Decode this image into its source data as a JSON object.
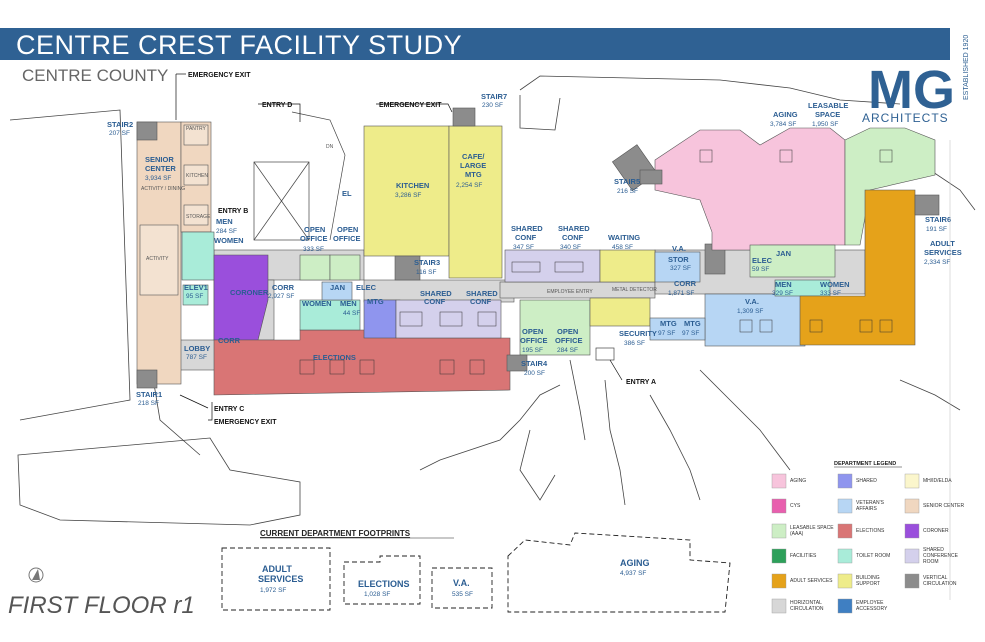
{
  "header": {
    "title": "CENTRE CREST FACILITY STUDY",
    "subtitle": "CENTRE COUNTY",
    "floor_label": "FIRST FLOOR r1"
  },
  "logo": {
    "letters": "MG",
    "name": "ARCHITECTS",
    "established": "ESTABLISHED 1920",
    "brand_color": "#2f6193"
  },
  "callouts": {
    "emergency_exit": "EMERGENCY EXIT",
    "entry_a": "ENTRY A",
    "entry_b": "ENTRY B",
    "entry_c": "ENTRY C",
    "entry_d": "ENTRY D",
    "dn": "DN",
    "employee_entry": "EMPLOYEE ENTRY",
    "metal_detector": "METAL DETECTOR"
  },
  "rooms": {
    "stair2": {
      "label": "STAIR2",
      "area": "207 SF"
    },
    "senior_center": {
      "label1": "SENIOR",
      "label2": "CENTER",
      "area": "3,934 SF",
      "sub": "ACTIVITY / DINING"
    },
    "kitchen_small": "KITCHEN",
    "pantry": "PANTRY",
    "storage_small": "STORAGE",
    "activity": "ACTIVITY",
    "men_left": {
      "label": "MEN",
      "area": "284 SF"
    },
    "women_left": {
      "label": "WOMEN",
      "area": "SF"
    },
    "elev1": {
      "label": "ELEV1",
      "area": "95 SF"
    },
    "coroner": {
      "label": "CORONER",
      "area": "SF"
    },
    "corr_left": {
      "label": "CORR",
      "area": "2,927 SF"
    },
    "lobby": {
      "label": "LOBBY",
      "area": "787 SF"
    },
    "corr_lower": {
      "label": "CORR",
      "area": "SF"
    },
    "stair1": {
      "label": "STAIR1",
      "area": "218 SF"
    },
    "open_office_1": {
      "label1": "OPEN",
      "label2": "OFFICE",
      "area": "333 SF"
    },
    "open_office_2": {
      "label1": "OPEN",
      "label2": "OFFICE",
      "area": "SF"
    },
    "jan": {
      "label": "JAN",
      "area": "SF"
    },
    "elec_mid": {
      "label": "ELEC",
      "area": "SF"
    },
    "women_mid": {
      "label": "WOMEN",
      "area": "SF"
    },
    "men_mid": {
      "label": "MEN",
      "area": "44 SF"
    },
    "elections": {
      "label": "ELECTIONS",
      "area": "SF"
    },
    "kitchen": {
      "label": "KITCHEN",
      "area": "3,286 SF"
    },
    "cafe": {
      "label1": "CAFE/",
      "label2": "LARGE",
      "label3": "MTG",
      "area": "2,254 SF"
    },
    "stair7": {
      "label": "STAIR7",
      "area": "230 SF"
    },
    "stair3": {
      "label": "STAIR3",
      "area": "116 SF"
    },
    "mtg_mid": {
      "label": "MTG",
      "area": "SF"
    },
    "shared_conf_a": {
      "label1": "SHARED",
      "label2": "CONF",
      "area": "SF"
    },
    "shared_conf_b": {
      "label1": "SHARED",
      "label2": "CONF",
      "area": "SF"
    },
    "shared_conf_1": {
      "label1": "SHARED",
      "label2": "CONF",
      "area": "347 SF"
    },
    "shared_conf_2": {
      "label1": "SHARED",
      "label2": "CONF",
      "area": "340 SF"
    },
    "waiting": {
      "label": "WAITING",
      "area": "458 SF"
    },
    "open_office_3": {
      "label1": "OPEN",
      "label2": "OFFICE",
      "area": "195 SF"
    },
    "open_office_4": {
      "label1": "OPEN",
      "label2": "OFFICE",
      "area": "284 SF"
    },
    "stair4": {
      "label": "STAIR4",
      "area": "200 SF"
    },
    "security": {
      "label": "SECURITY",
      "area": "386 SF"
    },
    "mtg_1": {
      "label": "MTG",
      "area": "97 SF"
    },
    "mtg_2": {
      "label": "MTG",
      "area": "97 SF"
    },
    "stair5": {
      "label": "STAIR5",
      "area": "216 SF"
    },
    "va_small": {
      "label": "V.A."
    },
    "stor": {
      "label": "STOR",
      "area": "327 SF"
    },
    "corr_right": {
      "label": "CORR",
      "area": "1,871 SF"
    },
    "va_main": {
      "label": "V.A.",
      "area": "1,309 SF"
    },
    "aging": {
      "label": "AGING",
      "area": "3,784 SF"
    },
    "leasable": {
      "label1": "LEASABLE",
      "label2": "SPACE",
      "area": "1,950 SF"
    },
    "elec_right": {
      "label": "ELEC",
      "area": "59 SF"
    },
    "jan_right": {
      "label": "JAN"
    },
    "men_right": {
      "label": "MEN",
      "area": "329 SF"
    },
    "women_right": {
      "label": "WOMEN",
      "area": "333 SF"
    },
    "stair6": {
      "label": "STAIR6",
      "area": "191 SF"
    },
    "adult_services": {
      "label1": "ADULT",
      "label2": "SERVICES",
      "area": "2,334 SF"
    },
    "el_stub": {
      "label": "EL"
    }
  },
  "footprints": {
    "heading": "CURRENT DEPARTMENT FOOTPRINTS",
    "items": [
      {
        "label1": "ADULT",
        "label2": "SERVICES",
        "area": "1,972 SF"
      },
      {
        "label1": "ELECTIONS",
        "label2": "",
        "area": "1,028 SF"
      },
      {
        "label1": "V.A.",
        "label2": "",
        "area": "535 SF"
      },
      {
        "label1": "AGING",
        "label2": "",
        "area": "4,937 SF"
      }
    ]
  },
  "legend": {
    "title": "DEPARTMENT LEGEND",
    "items": [
      {
        "label": "AGING",
        "color": "#f7c4dc"
      },
      {
        "label": "SHARED",
        "color": "#8f95ee"
      },
      {
        "label": "MH/ID/ELDA",
        "color": "#fbf6cc"
      },
      {
        "label": "CYS",
        "color": "#e85fae"
      },
      {
        "label": "VETERAN'S AFFAIRS",
        "color": "#b7d6f4"
      },
      {
        "label": "SENIOR CENTER",
        "color": "#f0d7c0"
      },
      {
        "label": "LEASABLE SPACE (AAA)",
        "color": "#cdeec5"
      },
      {
        "label": "ELECTIONS",
        "color": "#d97575"
      },
      {
        "label": "CORONER",
        "color": "#9a4fdc"
      },
      {
        "label": "FACILITIES",
        "color": "#2da05a"
      },
      {
        "label": "TOILET ROOM",
        "color": "#a9ecd9"
      },
      {
        "label": "SHARED CONFERENCE ROOM",
        "color": "#d4d0ec"
      },
      {
        "label": "ADULT SERVICES",
        "color": "#e5a21a"
      },
      {
        "label": "BUILDING SUPPORT",
        "color": "#eeec8a"
      },
      {
        "label": "VERTICAL CIRCULATION",
        "color": "#8c8c8c"
      },
      {
        "label": "HORIZONTAL CIRCULATION",
        "color": "#d7d7d7"
      },
      {
        "label": "EMPLOYEE ACCESSORY",
        "color": "#3f7fc2"
      }
    ]
  },
  "colors": {
    "aging": "#f7c4dc",
    "leasable": "#cdeec5",
    "senior": "#f0d7c0",
    "toilet": "#a9ecd9",
    "coroner": "#9a4fdc",
    "elections": "#d97575",
    "shared": "#8f95ee",
    "shared_conf": "#d4d0ec",
    "building_support": "#eeec8a",
    "va": "#b7d6f4",
    "adult": "#e5a21a",
    "circulation": "#d7d7d7",
    "vertical": "#8c8c8c"
  }
}
